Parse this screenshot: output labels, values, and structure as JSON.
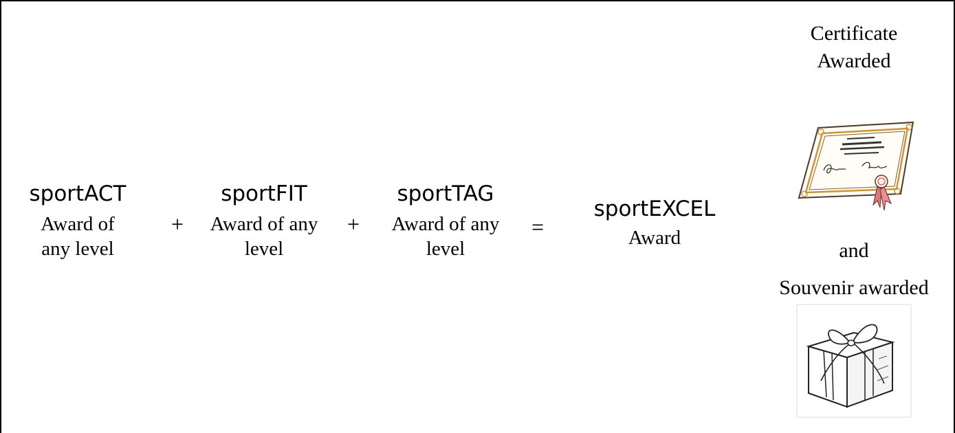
{
  "terms": [
    {
      "name": "sportACT",
      "desc_line1": "Award of",
      "desc_line2": "any level"
    },
    {
      "name": "sportFIT",
      "desc_line1": "Award of any",
      "desc_line2": "level"
    },
    {
      "name": "sportTAG",
      "desc_line1": "Award of any",
      "desc_line2": "level"
    }
  ],
  "operators": {
    "plus": "+",
    "equals": "="
  },
  "result": {
    "name": "sportEXCEL",
    "desc": "Award"
  },
  "certificate": {
    "line1": "Certificate",
    "line2": "Awarded",
    "icon": "certificate-icon"
  },
  "connector": "and",
  "souvenir": {
    "label": "Souvenir awarded",
    "icon": "gift-box-icon"
  }
}
